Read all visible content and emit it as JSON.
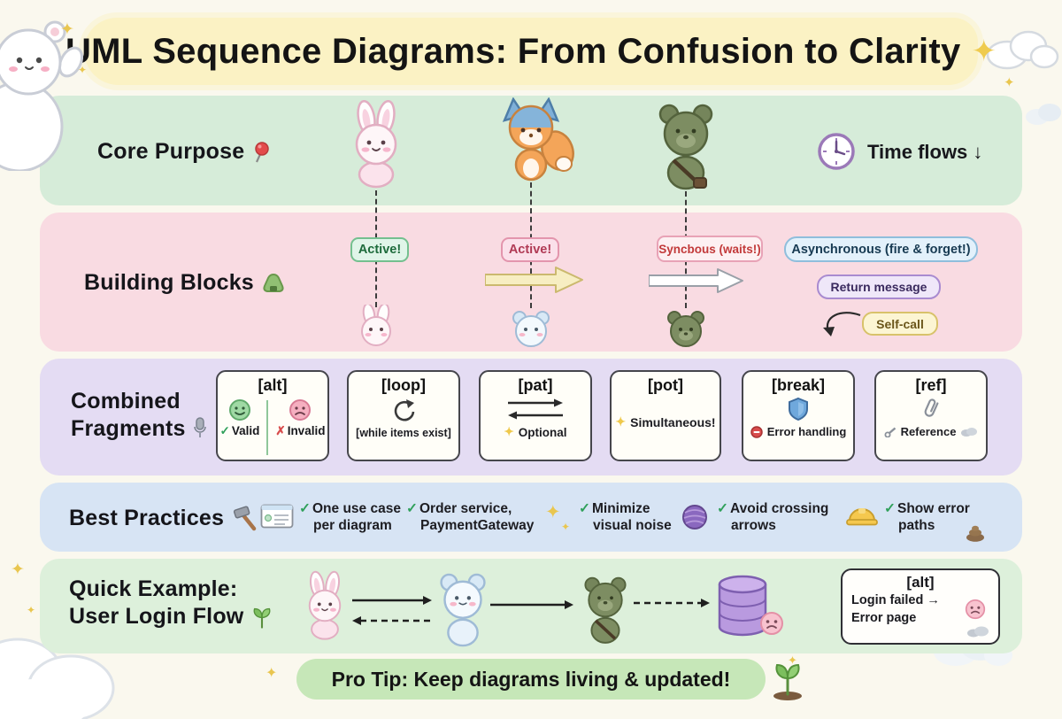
{
  "icons": {
    "sparkle": "✦",
    "check": "✓",
    "cross": "✗"
  },
  "title": "UML Sequence Diagrams: From Confusion to Clarity",
  "core": {
    "label": "Core Purpose",
    "time_note": "Time flows ↓"
  },
  "blocks": {
    "label": "Building Blocks",
    "active_bunny": "Active!",
    "active_fox": "Active!",
    "sync_label": "Syncbous (waits!)",
    "async_label": "Asynchronous (fire & forget!)",
    "return_label": "Return message",
    "self_call_label": "Self-call"
  },
  "fragments": {
    "label_line1": "Combined",
    "label_line2": "Fragments",
    "alt": {
      "header": "[alt]",
      "valid": "Valid",
      "invalid": "Invalid"
    },
    "loop": {
      "header": "[loop]",
      "caption": "[while items exist]"
    },
    "pat": {
      "header": "[pat]",
      "caption": "Optional"
    },
    "pot": {
      "header": "[pot]",
      "caption": "Simultaneous!"
    },
    "brk": {
      "header": "[break]",
      "caption": "Error handling"
    },
    "ref": {
      "header": "[ref]",
      "caption": "Reference"
    }
  },
  "practices": {
    "label": "Best Practices",
    "items": [
      {
        "line1": "One use case",
        "line2": "per diagram"
      },
      {
        "line1": "Order service,",
        "line2": "PaymentGateway"
      },
      {
        "line1": "Minimize",
        "line2": "visual noise"
      },
      {
        "line1": "Avoid crossing",
        "line2": "arrows"
      },
      {
        "line1": "Show error",
        "line2": "paths"
      }
    ]
  },
  "example": {
    "label_line1": "Quick Example:",
    "label_line2": "User Login Flow",
    "alt_header": "[alt]",
    "alt_line1": "Login failed →",
    "alt_line2": "Error page"
  },
  "protip": "Pro Tip: Keep diagrams living & updated!"
}
